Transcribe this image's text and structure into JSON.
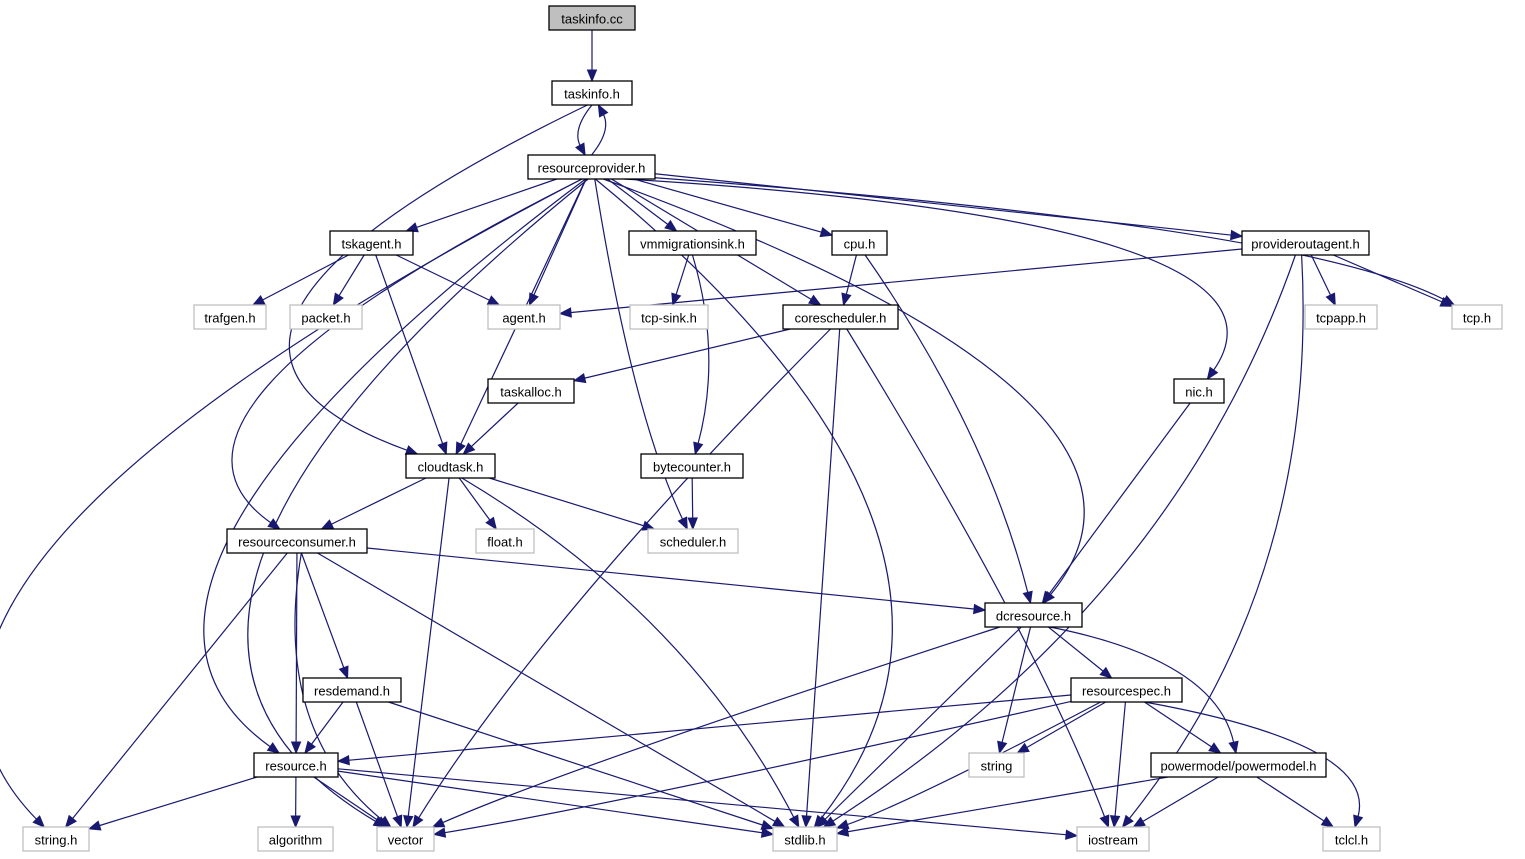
{
  "title": "taskinfo.cc include dependency graph",
  "colors": {
    "edge": "#191970",
    "node_border": "#000000",
    "external_border": "#bfbfbf",
    "root_fill": "#bfbfbf"
  },
  "nodes": [
    {
      "id": "taskinfo_cc",
      "label": "taskinfo.cc",
      "kind": "root"
    },
    {
      "id": "taskinfo_h",
      "label": "taskinfo.h",
      "kind": "local"
    },
    {
      "id": "resourceprovider_h",
      "label": "resourceprovider.h",
      "kind": "local"
    },
    {
      "id": "tskagent_h",
      "label": "tskagent.h",
      "kind": "local"
    },
    {
      "id": "vmmigrationsink_h",
      "label": "vmmigrationsink.h",
      "kind": "local"
    },
    {
      "id": "cpu_h",
      "label": "cpu.h",
      "kind": "local"
    },
    {
      "id": "provideroutagent_h",
      "label": "provideroutagent.h",
      "kind": "local"
    },
    {
      "id": "trafgen_h",
      "label": "trafgen.h",
      "kind": "external"
    },
    {
      "id": "packet_h",
      "label": "packet.h",
      "kind": "external"
    },
    {
      "id": "agent_h",
      "label": "agent.h",
      "kind": "external"
    },
    {
      "id": "tcp_sink_h",
      "label": "tcp-sink.h",
      "kind": "external"
    },
    {
      "id": "corescheduler_h",
      "label": "corescheduler.h",
      "kind": "local"
    },
    {
      "id": "tcpapp_h",
      "label": "tcpapp.h",
      "kind": "external"
    },
    {
      "id": "tcp_h",
      "label": "tcp.h",
      "kind": "external"
    },
    {
      "id": "taskalloc_h",
      "label": "taskalloc.h",
      "kind": "local"
    },
    {
      "id": "nic_h",
      "label": "nic.h",
      "kind": "local"
    },
    {
      "id": "cloudtask_h",
      "label": "cloudtask.h",
      "kind": "local"
    },
    {
      "id": "bytecounter_h",
      "label": "bytecounter.h",
      "kind": "local"
    },
    {
      "id": "resourceconsumer_h",
      "label": "resourceconsumer.h",
      "kind": "local"
    },
    {
      "id": "float_h",
      "label": "float.h",
      "kind": "external"
    },
    {
      "id": "scheduler_h",
      "label": "scheduler.h",
      "kind": "external"
    },
    {
      "id": "dcresource_h",
      "label": "dcresource.h",
      "kind": "local"
    },
    {
      "id": "resdemand_h",
      "label": "resdemand.h",
      "kind": "local"
    },
    {
      "id": "resourcespec_h",
      "label": "resourcespec.h",
      "kind": "local"
    },
    {
      "id": "resource_h",
      "label": "resource.h",
      "kind": "local"
    },
    {
      "id": "string",
      "label": "string",
      "kind": "external"
    },
    {
      "id": "powermodel_h",
      "label": "powermodel/powermodel.h",
      "kind": "local"
    },
    {
      "id": "string_h",
      "label": "string.h",
      "kind": "external"
    },
    {
      "id": "algorithm",
      "label": "algorithm",
      "kind": "external"
    },
    {
      "id": "vector",
      "label": "vector",
      "kind": "external"
    },
    {
      "id": "stdlib_h",
      "label": "stdlib.h",
      "kind": "external"
    },
    {
      "id": "iostream",
      "label": "iostream",
      "kind": "external"
    },
    {
      "id": "tclcl_h",
      "label": "tclcl.h",
      "kind": "external"
    }
  ],
  "edges": [
    [
      "taskinfo_cc",
      "taskinfo_h"
    ],
    [
      "taskinfo_h",
      "resourceprovider_h"
    ],
    [
      "taskinfo_h",
      "cloudtask_h"
    ],
    [
      "resourceprovider_h",
      "taskinfo_h"
    ],
    [
      "resourceprovider_h",
      "tskagent_h"
    ],
    [
      "resourceprovider_h",
      "vmmigrationsink_h"
    ],
    [
      "resourceprovider_h",
      "cpu_h"
    ],
    [
      "resourceprovider_h",
      "provideroutagent_h"
    ],
    [
      "resourceprovider_h",
      "agent_h"
    ],
    [
      "resourceprovider_h",
      "corescheduler_h"
    ],
    [
      "resourceprovider_h",
      "tcp_h"
    ],
    [
      "resourceprovider_h",
      "nic_h"
    ],
    [
      "resourceprovider_h",
      "cloudtask_h"
    ],
    [
      "resourceprovider_h",
      "scheduler_h"
    ],
    [
      "resourceprovider_h",
      "resourceconsumer_h"
    ],
    [
      "resourceprovider_h",
      "dcresource_h"
    ],
    [
      "resourceprovider_h",
      "resource_h"
    ],
    [
      "resourceprovider_h",
      "string_h"
    ],
    [
      "resourceprovider_h",
      "vector"
    ],
    [
      "resourceprovider_h",
      "stdlib_h"
    ],
    [
      "tskagent_h",
      "trafgen_h"
    ],
    [
      "tskagent_h",
      "packet_h"
    ],
    [
      "tskagent_h",
      "agent_h"
    ],
    [
      "tskagent_h",
      "cloudtask_h"
    ],
    [
      "vmmigrationsink_h",
      "tcp_sink_h"
    ],
    [
      "vmmigrationsink_h",
      "bytecounter_h"
    ],
    [
      "cpu_h",
      "corescheduler_h"
    ],
    [
      "cpu_h",
      "dcresource_h"
    ],
    [
      "provideroutagent_h",
      "agent_h"
    ],
    [
      "provideroutagent_h",
      "tcpapp_h"
    ],
    [
      "provideroutagent_h",
      "tcp_h"
    ],
    [
      "provideroutagent_h",
      "stdlib_h"
    ],
    [
      "provideroutagent_h",
      "iostream"
    ],
    [
      "corescheduler_h",
      "taskalloc_h"
    ],
    [
      "corescheduler_h",
      "vector"
    ],
    [
      "corescheduler_h",
      "stdlib_h"
    ],
    [
      "corescheduler_h",
      "iostream"
    ],
    [
      "taskalloc_h",
      "cloudtask_h"
    ],
    [
      "nic_h",
      "dcresource_h"
    ],
    [
      "cloudtask_h",
      "resourceconsumer_h"
    ],
    [
      "cloudtask_h",
      "float_h"
    ],
    [
      "cloudtask_h",
      "scheduler_h"
    ],
    [
      "cloudtask_h",
      "vector"
    ],
    [
      "cloudtask_h",
      "stdlib_h"
    ],
    [
      "bytecounter_h",
      "scheduler_h"
    ],
    [
      "resourceconsumer_h",
      "dcresource_h"
    ],
    [
      "resourceconsumer_h",
      "resdemand_h"
    ],
    [
      "resourceconsumer_h",
      "resource_h"
    ],
    [
      "resourceconsumer_h",
      "string_h"
    ],
    [
      "resourceconsumer_h",
      "vector"
    ],
    [
      "resourceconsumer_h",
      "stdlib_h"
    ],
    [
      "dcresource_h",
      "resourcespec_h"
    ],
    [
      "dcresource_h",
      "powermodel_h"
    ],
    [
      "dcresource_h",
      "string"
    ],
    [
      "dcresource_h",
      "vector"
    ],
    [
      "dcresource_h",
      "stdlib_h"
    ],
    [
      "resdemand_h",
      "resource_h"
    ],
    [
      "resdemand_h",
      "vector"
    ],
    [
      "resdemand_h",
      "stdlib_h"
    ],
    [
      "resourcespec_h",
      "resource_h"
    ],
    [
      "resourcespec_h",
      "string"
    ],
    [
      "resourcespec_h",
      "powermodel_h"
    ],
    [
      "resourcespec_h",
      "vector"
    ],
    [
      "resourcespec_h",
      "stdlib_h"
    ],
    [
      "resourcespec_h",
      "iostream"
    ],
    [
      "resourcespec_h",
      "tclcl_h"
    ],
    [
      "resource_h",
      "string_h"
    ],
    [
      "resource_h",
      "algorithm"
    ],
    [
      "resource_h",
      "vector"
    ],
    [
      "resource_h",
      "stdlib_h"
    ],
    [
      "resource_h",
      "iostream"
    ],
    [
      "powermodel_h",
      "stdlib_h"
    ],
    [
      "powermodel_h",
      "iostream"
    ],
    [
      "powermodel_h",
      "tclcl_h"
    ]
  ]
}
